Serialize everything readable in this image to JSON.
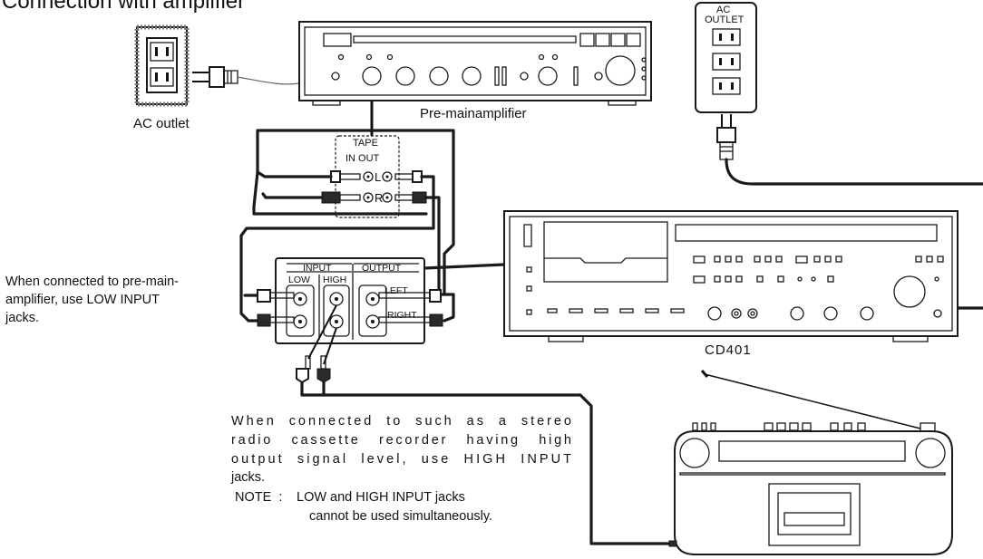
{
  "title": "Connection with amplifier",
  "labels": {
    "ac_outlet": "AC outlet",
    "ac_outlet_box": [
      "AC",
      "OUTLET"
    ],
    "pre_main": "Pre-mainamplifier",
    "tape": "TAPE",
    "in_out": "IN OUT",
    "tape_l": "L",
    "tape_r": "R",
    "input": "INPUT",
    "output": "OUTPUT",
    "low": "LOW",
    "high": "HIGH",
    "left": "LEFT",
    "right": "RIGHT",
    "cd": "CD401"
  },
  "left_note": [
    "When connected to pre-main-",
    "amplifier, use LOW INPUT",
    "jacks."
  ],
  "high_note": [
    "When  connected  to  such  as  a  stereo",
    "radio   cassette   recorder   having   high",
    "output  signal  level,  use  HIGH  INPUT",
    "jacks."
  ],
  "note": {
    "prefix": "NOTE  :",
    "lines": [
      "LOW and HIGH INPUT jacks",
      "cannot be used simultaneously."
    ]
  }
}
